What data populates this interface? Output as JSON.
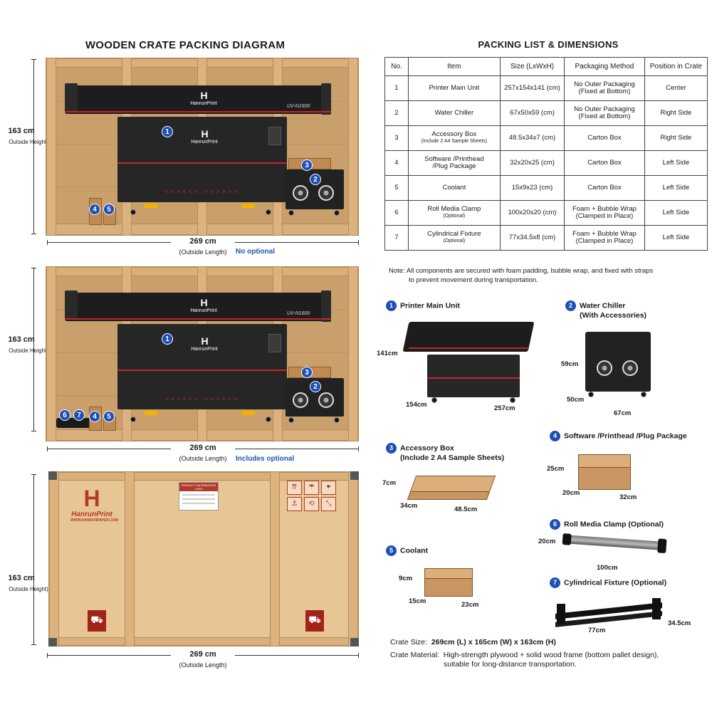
{
  "left_title": "WOODEN CRATE PACKING DIAGRAM",
  "right_title": "PACKING LIST & DIMENSIONS",
  "crate_dims": {
    "height_value": "163 cm",
    "height_label": "Outside Height)",
    "length_value": "269 cm",
    "length_label": "(Outside Length)"
  },
  "diagram1_note": "No optional",
  "diagram2_note": "Includes optional",
  "printer_brand": "HanrunPrint",
  "printer_model": "UV-N1600",
  "closed_crate": {
    "brand_name": "HanrunPrint",
    "brand_url": "WWW.HANRUNPAPER.COM",
    "info_card_title": "PRODUCT INFORMATION CARD"
  },
  "badges": [
    "1",
    "2",
    "3",
    "4",
    "5",
    "6",
    "7"
  ],
  "table": {
    "headers": [
      "No.",
      "Item",
      "Size (LxWxH)",
      "Packaging Method",
      "Position in Crate"
    ],
    "rows": [
      {
        "no": "1",
        "item": "Printer Main Unit",
        "item_sub": "",
        "size": "257x154x141 (cm)",
        "method": "No Outer Packaging",
        "method_sub": "(Fixed at Bottom)",
        "position": "Center"
      },
      {
        "no": "2",
        "item": "Water Chiller",
        "item_sub": "",
        "size": "67x50x59 (cm)",
        "method": "No Outer Packaging",
        "method_sub": "(Fixed at Bottom)",
        "position": "Right Side"
      },
      {
        "no": "3",
        "item": "Accessory Box",
        "item_sub": "(Include 2 A4 Sample Sheets)",
        "size": "48.5x34x7  (cm)",
        "method": "Carton Box",
        "method_sub": "",
        "position": "Right Side"
      },
      {
        "no": "4",
        "item": "Software /Printhead",
        "item_sub": "/Plug Package",
        "size": "32x20x25 (cm)",
        "method": "Carton Box",
        "method_sub": "",
        "position": "Left Side"
      },
      {
        "no": "5",
        "item": "Coolant",
        "item_sub": "",
        "size": "15x9x23 (cm)",
        "method": "Carton Box",
        "method_sub": "",
        "position": "Left Side"
      },
      {
        "no": "6",
        "item": "Roll Media Clamp",
        "item_sub": "(Optional)",
        "size": "100x20x20 (cm)",
        "method": "Foam + Bubble Wrap",
        "method_sub": "(Clamped in Place)",
        "position": "Left Side"
      },
      {
        "no": "7",
        "item": "Cylindrical Fixture",
        "item_sub": "(Optional)",
        "size": "77x34.5x8 (cm)",
        "method": "Foam + Bubble Wrap",
        "method_sub": "(Clamped in Place)",
        "position": "Left Side"
      }
    ]
  },
  "note": {
    "line1": "Note:  All components are secured with foam padding, bubble wrap, and fixed with straps",
    "line2": "to prevent movement during transportation."
  },
  "items": {
    "i1": {
      "num": "1",
      "title": "Printer Main Unit",
      "h": "141cm",
      "w": "154cm",
      "l": "257cm"
    },
    "i2": {
      "num": "2",
      "title": "Water Chiller",
      "title2": "(With Accessories)",
      "h": "59cm",
      "w": "50cm",
      "l": "67cm"
    },
    "i3": {
      "num": "3",
      "title": "Accessory Box",
      "title2": "(Include 2 A4 Sample Sheets)",
      "h": "7cm",
      "w": "34cm",
      "l": "48.5cm"
    },
    "i4": {
      "num": "4",
      "title": "Software /Printhead /Plug Package",
      "h": "25cm",
      "w": "20cm",
      "l": "32cm"
    },
    "i5": {
      "num": "5",
      "title": "Coolant",
      "h": "9cm",
      "w": "15cm",
      "l": "23cm"
    },
    "i6": {
      "num": "6",
      "title": "Roll Media Clamp  (Optional)",
      "h": "20cm",
      "l": "100cm"
    },
    "i7": {
      "num": "7",
      "title": "Cylindrical Fixture  (Optional)",
      "l": "77cm",
      "w": "34.5cm"
    }
  },
  "crate_size": {
    "label": "Crate Size:",
    "value": "269cm (L) x 165cm (W) x 163cm (H)"
  },
  "crate_material": {
    "label": "Crate Material:",
    "line1": "High-strength plywood + solid wood frame (bottom pallet design),",
    "line2": "suitable for long-distance transportation."
  }
}
